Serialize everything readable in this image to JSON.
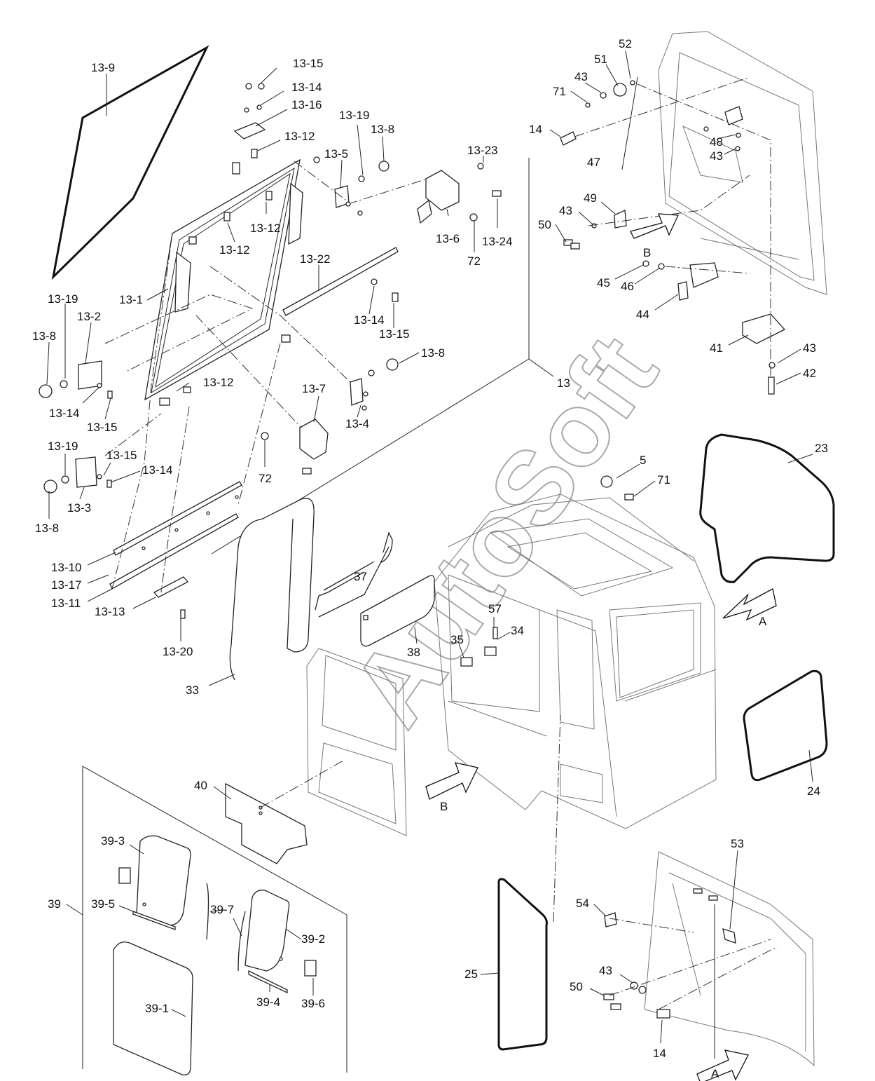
{
  "watermark": "AutoSoft",
  "labels": {
    "l_13_9": "13-9",
    "l_13_15a": "13-15",
    "l_13_14a": "13-14",
    "l_13_16": "13-16",
    "l_13_12a": "13-12",
    "l_13_19a": "13-19",
    "l_13_8a": "13-8",
    "l_13_5": "13-5",
    "l_13_23": "13-23",
    "l_13_12b": "13-12",
    "l_13_12c": "13-12",
    "l_13_6": "13-6",
    "l_72a": "72",
    "l_13_24": "13-24",
    "l_13_22": "13-22",
    "l_13_1": "13-1",
    "l_13_14b": "13-14",
    "l_13_15b": "13-15",
    "l_13_19b": "13-19",
    "l_13_2": "13-2",
    "l_13_8b": "13-8",
    "l_13_14c": "13-14",
    "l_13_15c": "13-15",
    "l_13_12d": "13-12",
    "l_13_8c": "13-8",
    "l_13_4": "13-4",
    "l_13_7": "13-7",
    "l_72b": "72",
    "l_13_19c": "13-19",
    "l_13_15d": "13-15",
    "l_13_14d": "13-14",
    "l_13_3": "13-3",
    "l_13_8d": "13-8",
    "l_13": "13",
    "l_13_10": "13-10",
    "l_13_17": "13-17",
    "l_13_11": "13-11",
    "l_13_13": "13-13",
    "l_13_20": "13-20",
    "l_52": "52",
    "l_51": "51",
    "l_43a": "43",
    "l_71a": "71",
    "l_14a": "14",
    "l_47": "47",
    "l_48": "48",
    "l_43b": "43",
    "l_49": "49",
    "l_43c": "43",
    "l_50a": "50",
    "l_B1": "B",
    "l_45": "45",
    "l_46": "46",
    "l_44": "44",
    "l_41": "41",
    "l_43d": "43",
    "l_42": "42",
    "l_5": "5",
    "l_71b": "71",
    "l_23": "23",
    "l_A1": "A",
    "l_37": "37",
    "l_57": "57",
    "l_34": "34",
    "l_35": "35",
    "l_38": "38",
    "l_33": "33",
    "l_24": "24",
    "l_40": "40",
    "l_B2": "B",
    "l_39_3": "39-3",
    "l_39_5": "39-5",
    "l_39_7": "39-7",
    "l_39_2": "39-2",
    "l_39": "39",
    "l_39_1": "39-1",
    "l_39_4": "39-4",
    "l_39_6": "39-6",
    "l_53": "53",
    "l_54": "54",
    "l_43e": "43",
    "l_50b": "50",
    "l_25": "25",
    "l_14b": "14",
    "l_A2": "A"
  }
}
